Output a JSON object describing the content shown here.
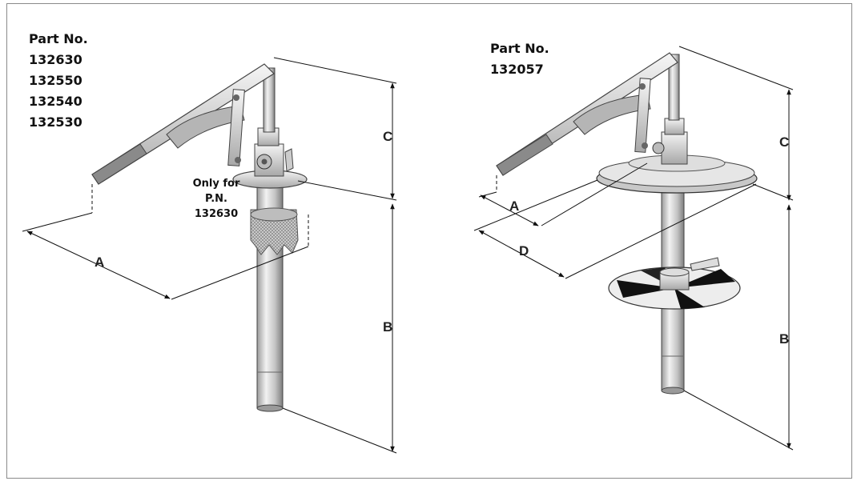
{
  "left_pump": {
    "part_heading": "Part No.",
    "part_numbers": [
      "132630",
      "132550",
      "132540",
      "132530"
    ],
    "note_line1": "Only for",
    "note_line2": "P.N. 132630",
    "dims": {
      "a": "A",
      "b": "B",
      "c": "C"
    }
  },
  "right_pump": {
    "part_heading": "Part No.",
    "part_numbers": [
      "132057"
    ],
    "dims": {
      "a": "A",
      "b": "B",
      "c": "C",
      "d": "D"
    }
  }
}
